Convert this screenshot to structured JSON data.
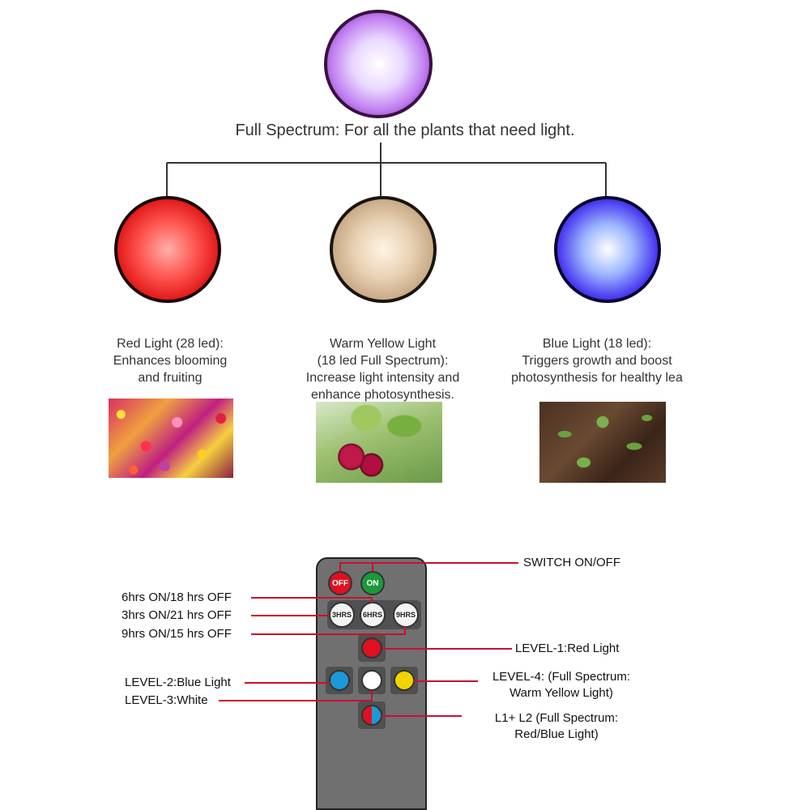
{
  "top": {
    "title": "Full Spectrum: For all the plants that need light."
  },
  "lights": [
    {
      "caption": "Red Light (28 led):\nEnhances blooming\nand fruiting"
    },
    {
      "caption": "Warm Yellow Light\n(18 led Full Spectrum):\nIncrease light intensity and\nenhance photosynthesis."
    },
    {
      "caption": "Blue Light (18 led):\nTriggers growth and boost\nphotosynthesis for healthy lea"
    }
  ],
  "remote": {
    "buttons": {
      "off": "OFF",
      "on": "ON",
      "t3": "3HRS",
      "t6": "6HRS",
      "t9": "9HRS"
    },
    "labels": {
      "switch": "SWITCH ON/OFF",
      "h6": "6hrs ON/18 hrs OFF",
      "h3": "3hrs ON/21 hrs OFF",
      "h9": "9hrs ON/15 hrs OFF",
      "level1": "LEVEL-1:Red Light",
      "level2": "LEVEL-2:Blue Light",
      "level3": "LEVEL-3:White",
      "level4": "LEVEL-4: (Full Spectrum:\nWarm Yellow Light)",
      "l1l2": "L1+ L2 (Full Spectrum:\nRed/Blue Light)"
    }
  },
  "colors": {
    "connector": "#333333",
    "pointer": "#c8102e",
    "red": "#e01020",
    "green": "#1a9a3a",
    "blue": "#1a9ad8",
    "yellow": "#f2d400",
    "remote": "#707070"
  }
}
